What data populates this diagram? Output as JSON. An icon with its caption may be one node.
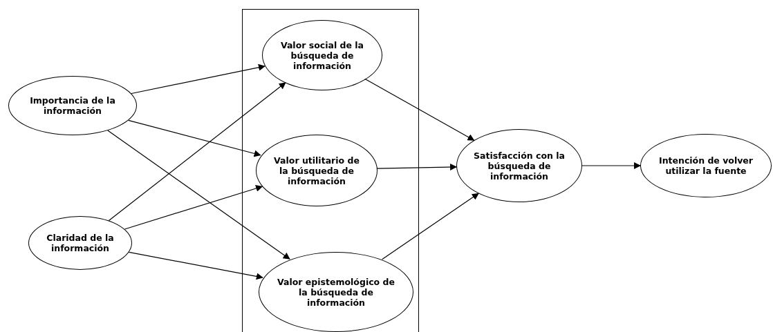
{
  "diagram": {
    "nodes": [
      {
        "text": [
          "Importancia de la información"
        ]
      },
      {
        "text": [
          "Claridad de la información"
        ]
      },
      {
        "text": [],
        "shape": "box"
      },
      {
        "text": [
          "Valor social de la búsqueda de información"
        ],
        "in": 2
      },
      {
        "text": [
          "Valor utilitario de la búsqueda de información"
        ],
        "in": 2
      },
      {
        "text": [
          "Valor epistemológico de la búsqueda de información"
        ],
        "in": 2
      },
      {
        "text": [
          "Satisfacción con la búsqueda de información"
        ]
      },
      {
        "text": [
          "Intención de volver utilizar la fuente"
        ]
      }
    ],
    "edges": [
      {
        "from": 0,
        "to": 3,
        "arrow": "to"
      },
      {
        "from": 0,
        "to": 4,
        "arrow": "to"
      },
      {
        "from": 0,
        "to": 5,
        "arrow": "to"
      },
      {
        "from": 1,
        "to": 3,
        "arrow": "to"
      },
      {
        "from": 1,
        "to": 4,
        "arrow": "to"
      },
      {
        "from": 1,
        "to": 5,
        "arrow": "to"
      },
      {
        "from": 3,
        "to": 6,
        "arrow": "to"
      },
      {
        "from": 4,
        "to": 6,
        "arrow": "to"
      },
      {
        "from": 5,
        "to": 6,
        "arrow": "to"
      },
      {
        "from": 6,
        "to": 7,
        "arrow": "to"
      }
    ]
  }
}
